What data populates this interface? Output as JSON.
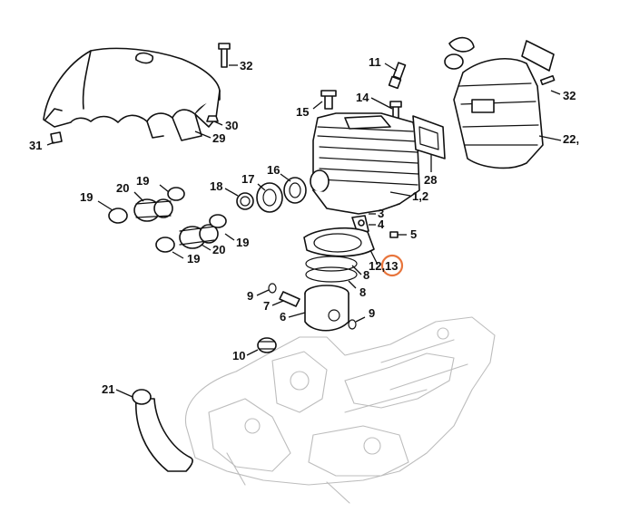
{
  "colors": {
    "line": "#111111",
    "ghost": "#bdbdbd",
    "highlight": "#e8743b"
  },
  "callouts": {
    "c32a": "32",
    "c30": "30",
    "c29": "29",
    "c31": "31",
    "c11": "11",
    "c14": "14",
    "c15": "15",
    "c32b": "32",
    "c22": "22,",
    "c28": "28",
    "c17": "17",
    "c16": "16",
    "c18": "18",
    "c12": "1,2",
    "c19a": "19",
    "c20a": "20",
    "c19b": "19",
    "c3": "3",
    "c4": "4",
    "c5": "5",
    "c1213a": "12,",
    "c1213b": "13",
    "c8a": "8",
    "c9a": "9",
    "c7": "7",
    "c8b": "8",
    "c6": "6",
    "c9b": "9",
    "c10": "10",
    "c21": "21",
    "c20b": "20",
    "c19c": "19",
    "c19d": "19"
  },
  "highlighted_part": "13"
}
